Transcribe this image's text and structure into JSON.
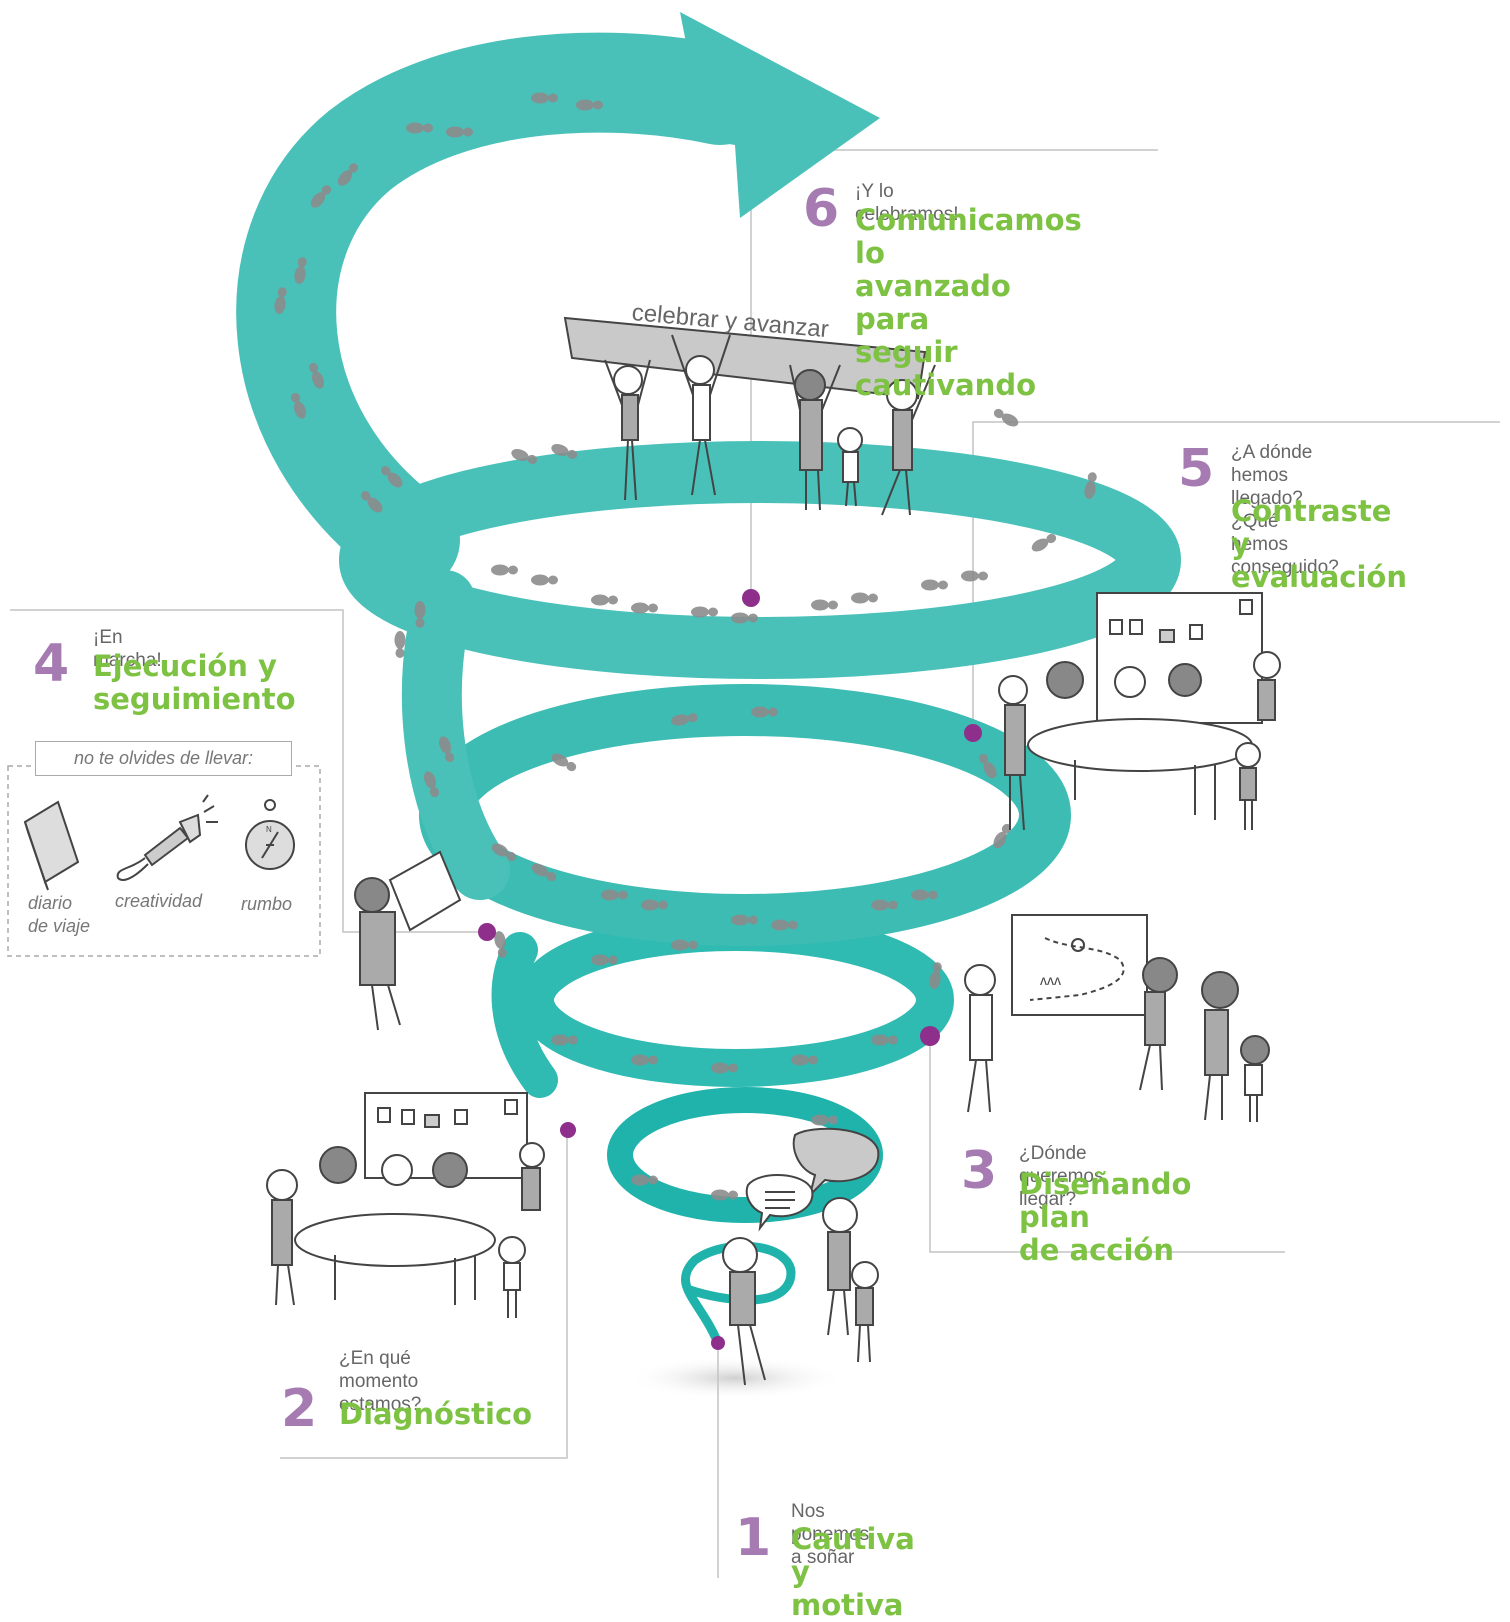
{
  "colors": {
    "spiral": "#49c1b9",
    "spiral_dark": "#20b3ab",
    "footprint": "#8c8c8c",
    "accent_purple": "#a57bb2",
    "title_green": "#7dc242",
    "dot": "#8e2f8b",
    "line": "#bdbdbd"
  },
  "banner": {
    "text": "celebrar y avanzar"
  },
  "steps": [
    {
      "number": "1",
      "question": "Nos ponemos a soñar",
      "title": "Cautiva y motiva"
    },
    {
      "number": "2",
      "question": "¿En qué momento\nestamos?",
      "title": "Diagnóstico"
    },
    {
      "number": "3",
      "question": "¿Dónde queremos llegar?",
      "title": "Diseñando plan\nde acción"
    },
    {
      "number": "4",
      "question": "¡En marcha!",
      "title": "Ejecución y\nseguimiento"
    },
    {
      "number": "5",
      "question": "¿A dónde hemos llegado?\n¿Qué hemos conseguido?",
      "title": "Contraste y\nevaluación"
    },
    {
      "number": "6",
      "question": "¡Y lo celebramos!",
      "title": "Comunicamos lo\navanzado para\nseguir cautivando"
    }
  ],
  "toolkit": {
    "heading": "no te olvides de llevar:",
    "items": [
      {
        "label": "diario\nde viaje",
        "icon": "journal-icon"
      },
      {
        "label": "creatividad",
        "icon": "flashlight-icon"
      },
      {
        "label": "rumbo",
        "icon": "compass-icon"
      }
    ]
  }
}
